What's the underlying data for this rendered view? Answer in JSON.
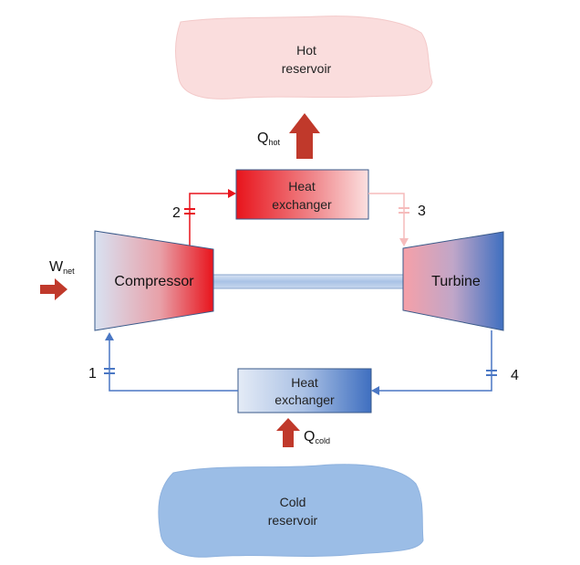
{
  "hot_reservoir": {
    "line1": "Hot",
    "line2": "reservoir"
  },
  "cold_reservoir": {
    "line1": "Cold",
    "line2": "reservoir"
  },
  "heat_exchanger_hot": {
    "line1": "Heat",
    "line2": "exchanger"
  },
  "heat_exchanger_cold": {
    "line1": "Heat",
    "line2": "exchanger"
  },
  "compressor": {
    "label": "Compressor"
  },
  "turbine": {
    "label": "Turbine"
  },
  "q_hot": {
    "symbol": "Q",
    "subscript": "hot"
  },
  "q_cold": {
    "symbol": "Q",
    "subscript": "cold"
  },
  "w_net": {
    "symbol": "W",
    "subscript": "net"
  },
  "states": {
    "s1": "1",
    "s2": "2",
    "s3": "3",
    "s4": "4"
  },
  "colors": {
    "hot": "#e8141c",
    "hot_light": "#f6bcbc",
    "cold": "#4a77c4",
    "cold_light": "#d6e0f0",
    "arrow": "#c0392b",
    "hot_reservoir_fill": "#fadddd",
    "cold_reservoir_fill": "#9bbde6"
  }
}
